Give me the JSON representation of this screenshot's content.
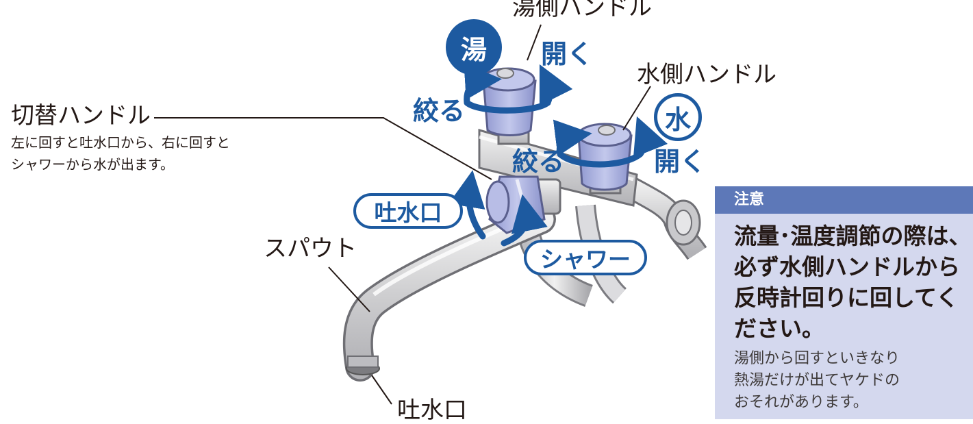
{
  "labels": {
    "hot_handle": "湯側ハンドル",
    "cold_handle": "水側ハンドル",
    "switch_handle": "切替ハンドル",
    "switch_note_1": "左に回すと吐水口から、右に回すと",
    "switch_note_2": "シャワーから水が出ます。",
    "spout": "スパウト",
    "outlet": "吐水口"
  },
  "markers": {
    "hot": "湯",
    "cold": "水",
    "hot_open": "開く",
    "hot_close": "絞る",
    "cold_open": "開く",
    "cold_close": "絞る",
    "faucet_mode": "吐水口",
    "shower_mode": "シャワー"
  },
  "caution": {
    "title": "注意",
    "main": [
      "流量･温度調節の際は、",
      "必ず水側ハンドルから",
      "反時計回りに回してく",
      "ださい。"
    ],
    "sub": [
      "湯側から回すといきなり",
      "熱湯だけが出てヤケドの",
      "おそれがあります。"
    ]
  },
  "colors": {
    "accent_blue": "#1d5aa0",
    "handle_lavender": "#a5acdc",
    "caution_header": "#5d78b8",
    "caution_bg": "#d4d8ee"
  }
}
